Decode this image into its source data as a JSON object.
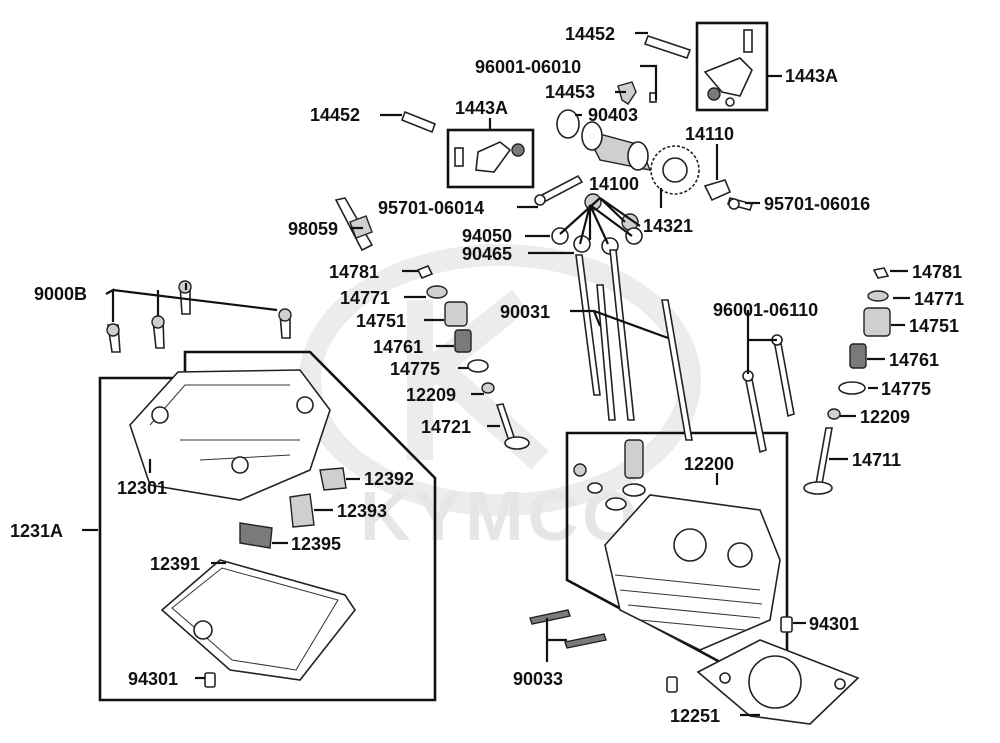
{
  "watermark": "KYMCO",
  "labels": {
    "p14452_top": "14452",
    "p96001_06010": "96001-06010",
    "p14453": "14453",
    "p1443A_right": "1443A",
    "p90403": "90403",
    "p14452_left": "14452",
    "p1443A_left": "1443A",
    "p14110": "14110",
    "p14100": "14100",
    "p95701_06014": "95701-06014",
    "p95701_06016": "95701-06016",
    "p14321": "14321",
    "p98059": "98059",
    "p94050": "94050",
    "p90465": "90465",
    "p14781_left": "14781",
    "p14781_right": "14781",
    "p9000B": "9000B",
    "p14771_left": "14771",
    "p14771_right": "14771",
    "p90031": "90031",
    "p96001_06110": "96001-06110",
    "p14751_left": "14751",
    "p14751_right": "14751",
    "p14761_left": "14761",
    "p14761_right": "14761",
    "p14775_left": "14775",
    "p14775_right": "14775",
    "p12209_left": "12209",
    "p12209_right": "12209",
    "p14721": "14721",
    "p14711": "14711",
    "p12200": "12200",
    "p12301": "12301",
    "p12392": "12392",
    "p12393": "12393",
    "p1231A": "1231A",
    "p12395": "12395",
    "p12391": "12391",
    "p94301_right": "94301",
    "p94301_left": "94301",
    "p90033": "90033",
    "p12251": "12251"
  }
}
